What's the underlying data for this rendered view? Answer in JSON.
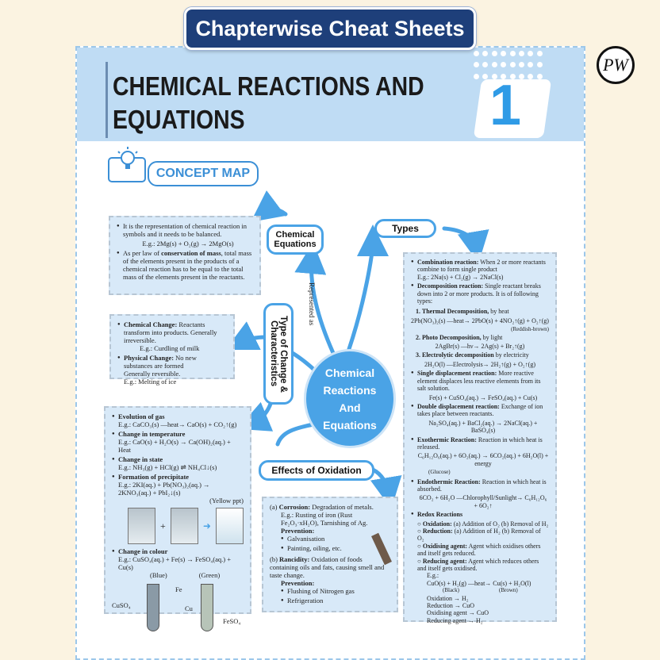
{
  "banner": "Chapterwise Cheat Sheets",
  "title_line1": "CHEMICAL REACTIONS AND",
  "title_line2": "EQUATIONS",
  "chapter_number": "1",
  "logo": "PW",
  "concept_map_label": "CONCEPT MAP",
  "center": [
    "Chemical",
    "Reactions",
    "And",
    "Equations"
  ],
  "nodes": {
    "chemical_equations": "Chemical Equations",
    "types": "Types",
    "type_of_change": "Type of Change & Characteristics",
    "effects_of_oxidation": "Effects of Oxidation",
    "represented_as": "Represented as"
  },
  "equations_box": {
    "p1": "It is the representation of chemical reaction in symbols and it needs to be balanced.",
    "p1_eg": "E.g.: 2Mg(s) + O₂(g) → 2MgO(s)",
    "p2a": "As per law of ",
    "p2b": "conservation of mass",
    "p2c": ", total mass of the elements present in the products of a chemical reaction has to be equal to the total mass of the elements present in the reactants."
  },
  "change_box": {
    "chem_title": "Chemical Change:",
    "chem_text": " Reactants transform into products. Generally irreversible.",
    "chem_eg": "E.g.: Curdling of milk",
    "phys_title": "Physical Change:",
    "phys_text": " No new substances are formed",
    "phys_text2": "Generally reversible.",
    "phys_eg": "E.g.: Melting of ice"
  },
  "characteristics_box": {
    "gas": "Evolution of gas",
    "gas_eg": "E.g.: CaCO₃(s) —heat→ CaO(s) + CO₂↑(g)",
    "temp": "Change in temperature",
    "temp_eg": "E.g.: CaO(s) + H₂O(s) → Ca(OH)₂(aq.) + Heat",
    "state": "Change in state",
    "state_eg": "E.g.: NH₃(g) + HCl(g) ⇌ NH₄Cl↓(s)",
    "ppt": "Formation of precipitate",
    "ppt_eg": "E.g.: 2KI(aq.) + Pb(NO₃)₂(aq.) → 2KNO₃(aq.) + PbI₂↓(s)",
    "ppt_note": "(Yellow ppt)",
    "colour": "Change in colour",
    "colour_eg": "E.g.: CuSO₄(aq.) + Fe(s) → FeSO₄(aq.) + Cu(s)",
    "colour_note1": "(Blue)",
    "colour_note2": "(Green)",
    "label_fe": "Fe",
    "label_cuso4": "CuSO₄",
    "label_cu": "Cu",
    "label_feso4": "FeSO₄"
  },
  "oxidation_box": {
    "a": "(a)",
    "corrosion_title": "Corrosion:",
    "corrosion_text": " Degradation of metals.",
    "corrosion_eg": "E.g.: Rusting of iron (Rust Fe₂O₃·xH₂O), Tarnishing of Ag.",
    "prevention": "Prevention:",
    "galv": "Galvanisation",
    "paint": "Painting, oiling, etc.",
    "b": "(b)",
    "rancidity_title": "Rancidity:",
    "rancidity_text": " Oxidation of foods containing oils and fats, causing smell and taste change.",
    "prevention2": "Prevention:",
    "flush": "Flushing of Nitrogen gas",
    "fridge": "Refrigeration"
  },
  "types_box": {
    "comb_title": "Combination reaction:",
    "comb_text": " When 2 or more reactants combine to form single product",
    "comb_eg": "E.g.: 2Na(s) + Cl₂(g) → 2NaCl(s)",
    "decomp_title": "Decomposition reaction:",
    "decomp_text": " Single reactant breaks down into 2 or more products. It is of following types:",
    "thermal": "1. Thermal Decomposition,",
    "thermal_b": " by heat",
    "thermal_eq": "2Pb(NO₃)₂(s) —heat→ 2PbO(s) + 4NO₂↑(g) + O₂↑(g)",
    "thermal_note": "(Reddish-brown)",
    "photo": "2. Photo Decomposition,",
    "photo_b": " by light",
    "photo_eq": "2AgBr(s) —hν→ 2Ag(s) + Br₂↑(g)",
    "electro": "3. Electrolytic decomposition",
    "electro_b": " by electricity",
    "electro_eq": "2H₂O(l) —Electrolysis→ 2H₂↑(g) + O₂↑(g)",
    "single_title": "Single displacement reaction:",
    "single_text": " More reactive element displaces less reactive elements from its salt solution.",
    "single_eq": "Fe(s) + CuSO₄(aq.) → FeSO₄(aq.) + Cu(s)",
    "double_title": "Double displacement reaction:",
    "double_text": " Exchange of ion takes place between reactants.",
    "double_eq": "Na₂SO₄(aq.) + BaCl₂(aq.) → 2NaCl(aq.) + BaSO₄(s)",
    "exo_title": "Exothermic Reaction:",
    "exo_text": " Reaction in which heat is released.",
    "exo_eq": "C₆H₁₂O₆(aq.) + 6O₂(aq.) → 6CO₂(aq.) + 6H₂O(l) + energy",
    "exo_note": "(Glucose)",
    "endo_title": "Endothermic Reaction:",
    "endo_text": " Reaction in which heat is absorbed.",
    "endo_eq": "6CO₂ + 6H₂O —Chlorophyll/Sunlight→ C₆H₁₂O₆ + 6O₂↑",
    "redox_title": "Redox Reactions",
    "ox": "Oxidation:",
    "ox_text": " (a) Addition of O₂   (b) Removal of H₂",
    "red": "Reduction:",
    "red_text": " (a) Addition of H₂   (b) Removal of O₂",
    "oxa": "Oxidising agent:",
    "oxa_text": " Agent which oxidises others and itself gets reduced.",
    "reda": "Reducing agent:",
    "reda_text": " Agent which reduces others and itself gets oxidised.",
    "eg": "E.g.:",
    "redox_eq": "CuO(s) + H₂(g) —heat→ Cu(s) + H₂O(l)",
    "redox_note1": "(Black)",
    "redox_note2": "(Brown)",
    "r1": "Oxidation → H₂",
    "r2": "Reduction → CuO",
    "r3": "Oxidising agent → CuO",
    "r4": "Reducing agent → H₂"
  }
}
